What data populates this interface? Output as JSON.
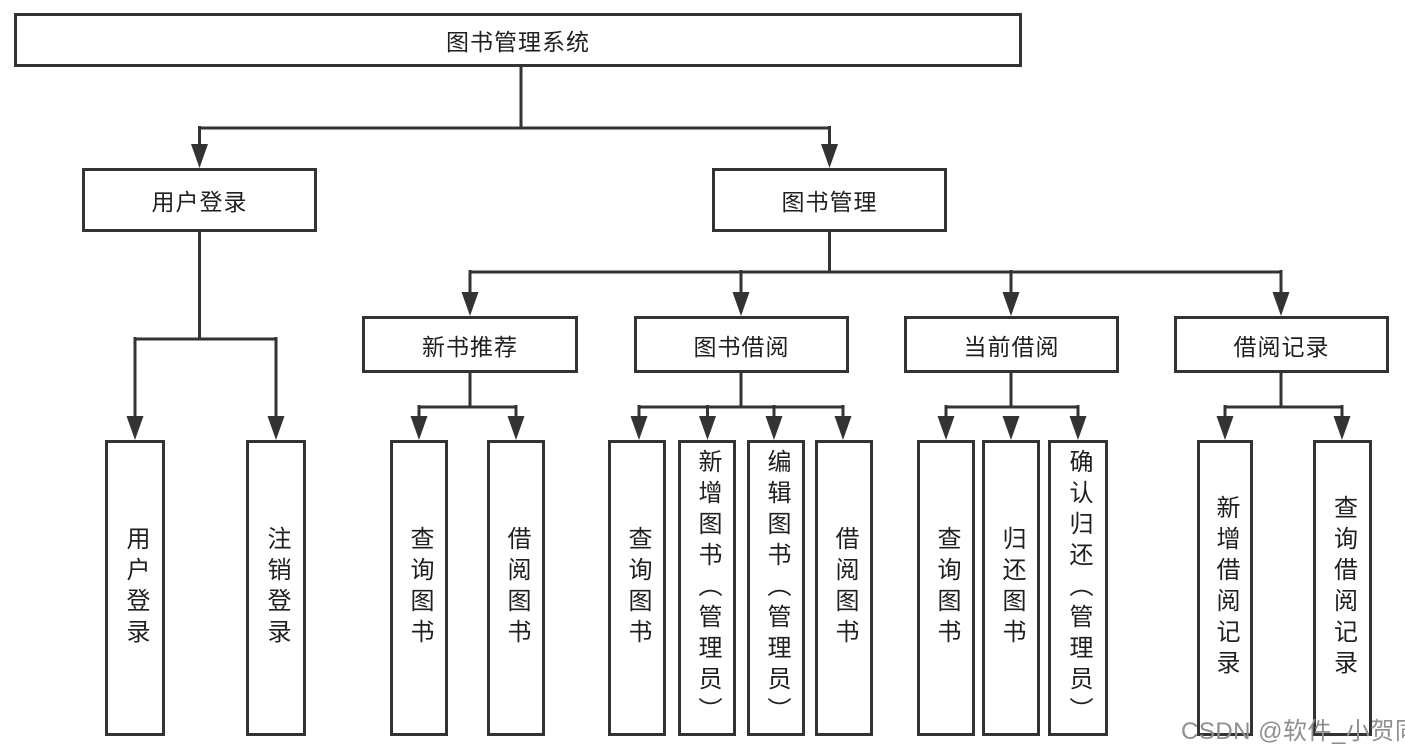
{
  "diagram": {
    "root": "图书管理系统",
    "branches": [
      {
        "label": "用户登录",
        "leaves": [
          "用户登录",
          "注销登录"
        ]
      },
      {
        "label": "图书管理",
        "groups": [
          {
            "label": "新书推荐",
            "leaves": [
              "查询图书",
              "借阅图书"
            ]
          },
          {
            "label": "图书借阅",
            "leaves": [
              "查询图书",
              "新增图书（管理员）",
              "编辑图书（管理员）",
              "借阅图书"
            ]
          },
          {
            "label": "当前借阅",
            "leaves": [
              "查询图书",
              "归还图书",
              "确认归还（管理员）"
            ]
          },
          {
            "label": "借阅记录",
            "leaves": [
              "新增借阅记录",
              "查询借阅记录"
            ]
          }
        ]
      }
    ]
  },
  "watermark": "CSDN @软件_小贺同学",
  "colors": {
    "line": "#333333",
    "text": "#1f1f1f",
    "watermark": "#8f8f8f",
    "background": "#ffffff"
  }
}
